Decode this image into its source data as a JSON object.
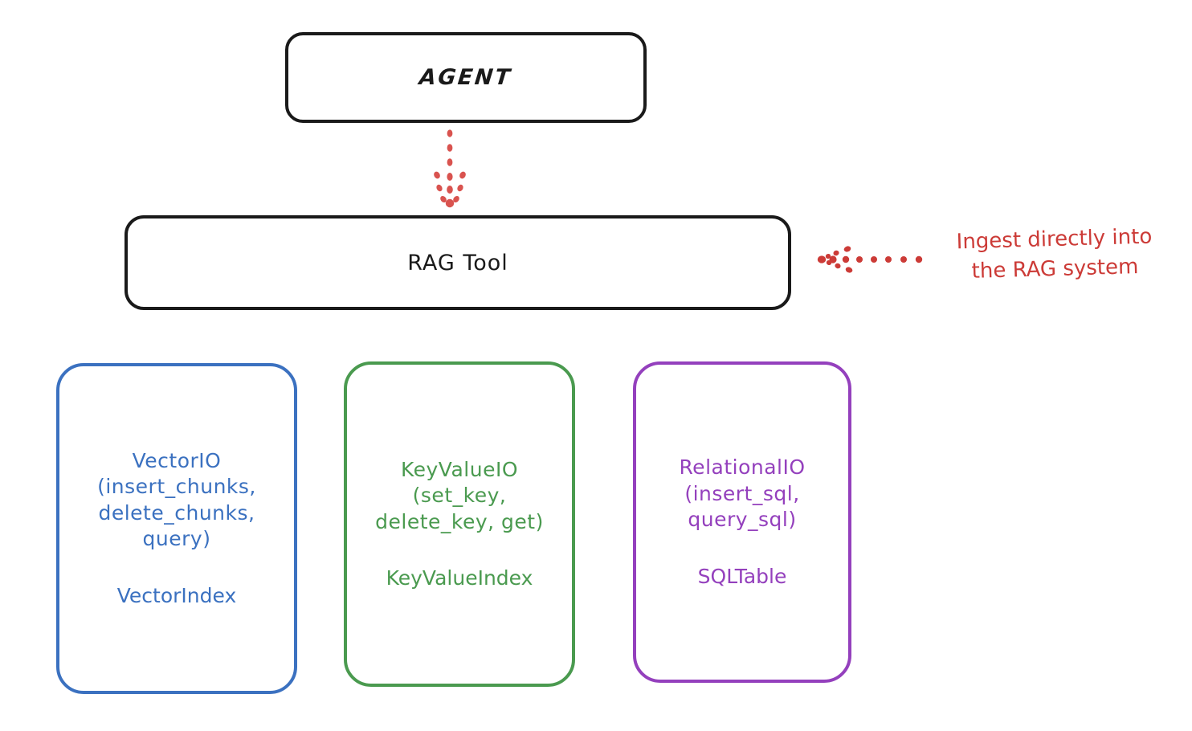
{
  "diagram": {
    "title": "RAG Tool architecture diagram",
    "background_color": "#ffffff",
    "nodes": {
      "agent": {
        "label": "AGENT",
        "border_color": "#1a1a1a"
      },
      "rag_tool": {
        "label": "RAG Tool",
        "border_color": "#1a1a1a"
      },
      "vector_io": {
        "label": "VectorIO\n(insert_chunks,\ndelete_chunks,\nquery)",
        "sublabel": "VectorIndex",
        "border_color": "#3b71c0",
        "text_color": "#3b71c0"
      },
      "key_value_io": {
        "label": "KeyValueIO\n(set_key,\ndelete_key, get)",
        "sublabel": "KeyValueIndex",
        "border_color": "#4a9a4f",
        "text_color": "#4a9a4f"
      },
      "relational_io": {
        "label": "RelationalIO\n(insert_sql,\nquery_sql)",
        "sublabel": "SQLTable",
        "border_color": "#9440bd",
        "text_color": "#9440bd"
      }
    },
    "annotations": {
      "ingest": {
        "text": "Ingest directly into\nthe RAG system",
        "color": "#cc3b37"
      }
    },
    "edges": {
      "agent_to_rag_tool": {
        "style": "dotted",
        "color": "#d9534f",
        "direction": "down"
      },
      "ingest_to_rag_tool": {
        "style": "dotted",
        "color": "#cc3b37",
        "direction": "left"
      }
    }
  }
}
